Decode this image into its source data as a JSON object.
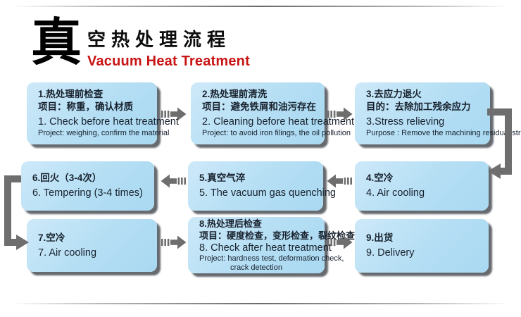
{
  "title": {
    "drop_cap": "真",
    "cn": "空热处理流程",
    "en": "Vacuum Heat Treatment",
    "accent_red": "#c81414"
  },
  "flow_style": {
    "box_fill_top": "#cde9f9",
    "box_fill_bottom": "#a9d9f1",
    "box_shadow": "#4b5056",
    "arrow_color": "#6e6e6e",
    "text_color": "#18222e"
  },
  "steps": [
    {
      "cn_title": "1.热处理前检查",
      "cn_detail": "项目：称重，确认材质",
      "en_title": "1. Check before heat treatment",
      "en_detail": "Project: weighing, confirm the material"
    },
    {
      "cn_title": "2.热处理前清洗",
      "cn_detail": "项目：避免铁屑和油污存在",
      "en_title": "2. Cleaning before heat treatment",
      "en_detail": "Project: to avoid iron filings, the oil pollution"
    },
    {
      "cn_title": "3.去应力退火",
      "cn_detail": "目的：去除加工残余应力",
      "en_title": "3.Stress relieving",
      "en_detail": "Purpose : Remove the machining residual stress"
    },
    {
      "cn_title": "4.空冷",
      "en_title": "4. Air cooling"
    },
    {
      "cn_title": "5.真空气淬",
      "en_title": "5. The vacuum gas quenching"
    },
    {
      "cn_title": "6.回火（3-4次）",
      "en_title": "6. Tempering (3-4 times)"
    },
    {
      "cn_title": "7.空冷",
      "en_title": "7. Air cooling"
    },
    {
      "cn_title": "8.热处理后检查",
      "cn_detail": "项目：硬度检查，变形检查，裂纹检查",
      "en_title": "8. Check after heat treatment",
      "en_detail": "Project: hardness test, deformation check,",
      "en_detail2": "crack detection"
    },
    {
      "cn_title": "9.出货",
      "en_title": "9. Delivery"
    }
  ]
}
